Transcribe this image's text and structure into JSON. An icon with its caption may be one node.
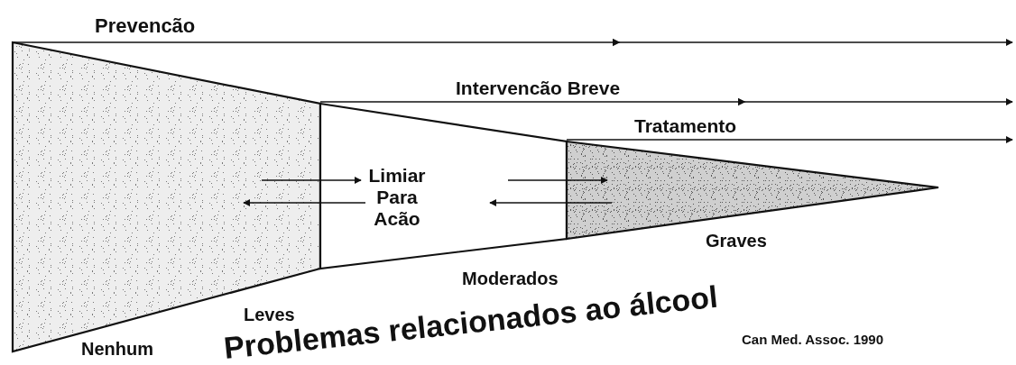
{
  "diagram": {
    "nodes": [
      {
        "text": [],
        "shape": "box"
      },
      {
        "text": [
          "Limiar Para Acão"
        ]
      },
      {
        "text": [],
        "shape": "triangle"
      }
    ],
    "edges": [
      {
        "from": 0,
        "to": 1,
        "arrow": "to"
      },
      {
        "from": 1,
        "to": 0,
        "arrow": "to"
      },
      {
        "from": 1,
        "to": 2,
        "arrow": "to"
      },
      {
        "from": 2,
        "to": 1,
        "arrow": "to"
      }
    ],
    "labels": [
      "Prevencão",
      "Intervencão Breve",
      "Tratamento",
      "Graves",
      "Moderados",
      "Leves",
      "Nenhum",
      "Problemas relacionados ao álcool",
      "Can Med. Assoc. 1990"
    ]
  }
}
